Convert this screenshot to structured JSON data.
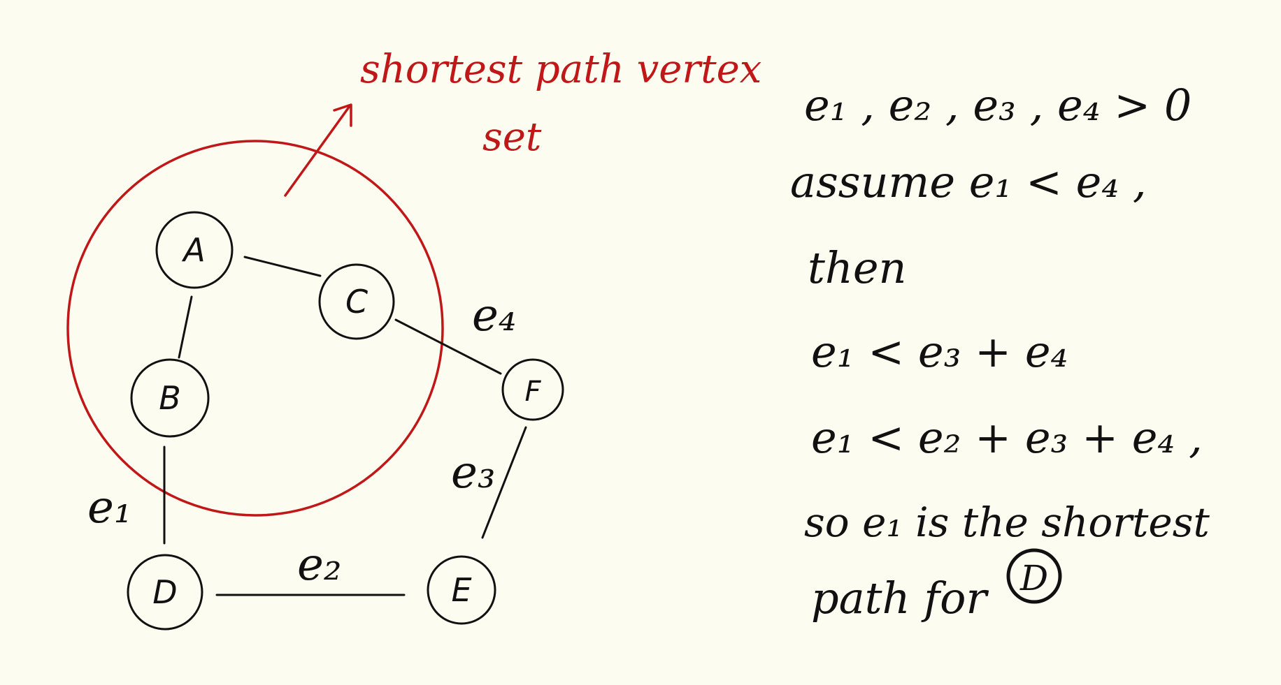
{
  "annotation": {
    "line1": "shortest path vertex",
    "line2": "set",
    "color": "#c01818"
  },
  "nodes": {
    "A": "A",
    "B": "B",
    "C": "C",
    "D": "D",
    "E": "E",
    "F": "F"
  },
  "edge_labels": {
    "e1": "e₁",
    "e2": "e₂",
    "e3": "e₃",
    "e4": "e₄"
  },
  "notes": {
    "line1": "e₁ , e₂ , e₃ , e₄ > 0",
    "line2": "assume  e₁ < e₄ ,",
    "line3": "then",
    "line4": "e₁ <  e₃ + e₄",
    "line5": "e₁ <  e₂ + e₃ + e₄ ,",
    "line6": "so  e₁  is  the  shortest",
    "line7_text": "path  for",
    "line7_circled": "D"
  },
  "colors": {
    "background": "#fdfcf0",
    "ink": "#111111",
    "red": "#c01818"
  }
}
